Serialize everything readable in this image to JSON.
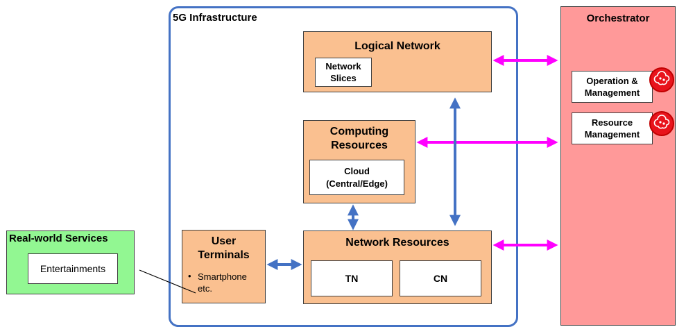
{
  "infrastructure": {
    "title": "5G Infrastructure"
  },
  "logical_network": {
    "title": "Logical Network",
    "slices_label": "Network\nSlices"
  },
  "computing": {
    "title": "Computing\nResources",
    "cloud_label": "Cloud\n(Central/Edge)"
  },
  "network_resources": {
    "title": "Network Resources",
    "tn_label": "TN",
    "cn_label": "CN"
  },
  "user_terminals": {
    "title": "User\nTerminals",
    "bullet": "•",
    "item": "Smartphone\netc."
  },
  "real_world": {
    "title": "Real-world Services",
    "item": "Entertainments"
  },
  "orchestrator": {
    "title": "Orchestrator",
    "items": [
      {
        "label": "Operation &\nManagement",
        "icon": "ai-brain-icon"
      },
      {
        "label": "Resource\nManagement",
        "icon": "ai-brain-icon"
      }
    ]
  },
  "colors": {
    "infra_border": "#4472c4",
    "orange_fill": "#fac090",
    "orchestrator_fill": "#ff9999",
    "real_world_fill": "#92f792",
    "magenta_arrow": "#ff00ff",
    "blue_arrow": "#4472c4",
    "brain_red": "#e8141c"
  }
}
